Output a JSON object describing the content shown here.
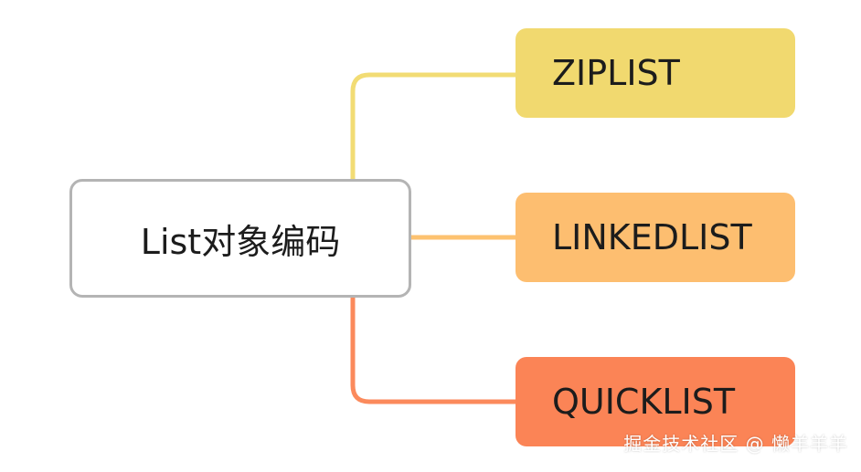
{
  "root": {
    "label": "List对象编码",
    "border_color": "#b4b4b4"
  },
  "branches": [
    {
      "label": "ZIPLIST",
      "color": "#f1d96f",
      "line_color": "#f2dc74"
    },
    {
      "label": "LINKEDLIST",
      "color": "#fdbe70",
      "line_color": "#fdc270"
    },
    {
      "label": "QUICKLIST",
      "color": "#fb8456",
      "line_color": "#fb8a5c"
    }
  ],
  "watermark": "掘金技术社区 @ 懒羊羊羊"
}
